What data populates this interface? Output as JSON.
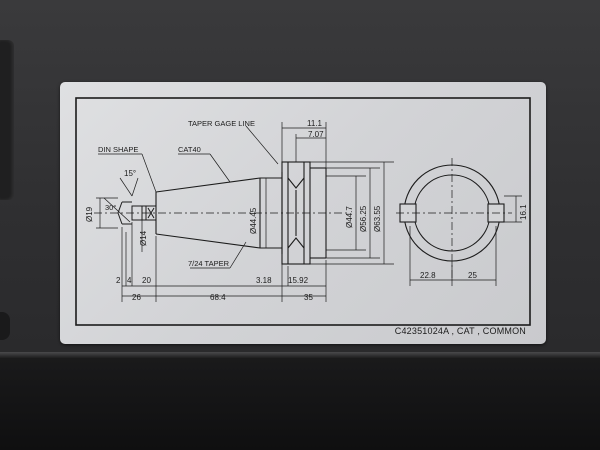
{
  "plate": {
    "part_number": "C42351024A , CAT , COMMON",
    "labels": {
      "taper_gage_line": "TAPER GAGE LINE",
      "din_shape": "DIN SHAPE",
      "cat40": "CAT40",
      "taper": "7/24 TAPER"
    },
    "angles": {
      "a15": "15°",
      "a30": "30°"
    },
    "dims": {
      "d11_1": "11.1",
      "d7_07": "7.07",
      "dia19": "Ø19",
      "dia14": "Ø14",
      "dia44_45": "Ø44.45",
      "dia44_7": "Ø44.7",
      "dia56_25": "Ø56.25",
      "dia63_55": "Ø63.55",
      "d16_1": "16.1",
      "d2": "2",
      "d4": "4",
      "d20": "20",
      "d3_18": "3.18",
      "d15_92": "15.92",
      "d26": "26",
      "d68_4": "68.4",
      "d35": "35",
      "d22_8": "22.8",
      "d25": "25"
    }
  }
}
